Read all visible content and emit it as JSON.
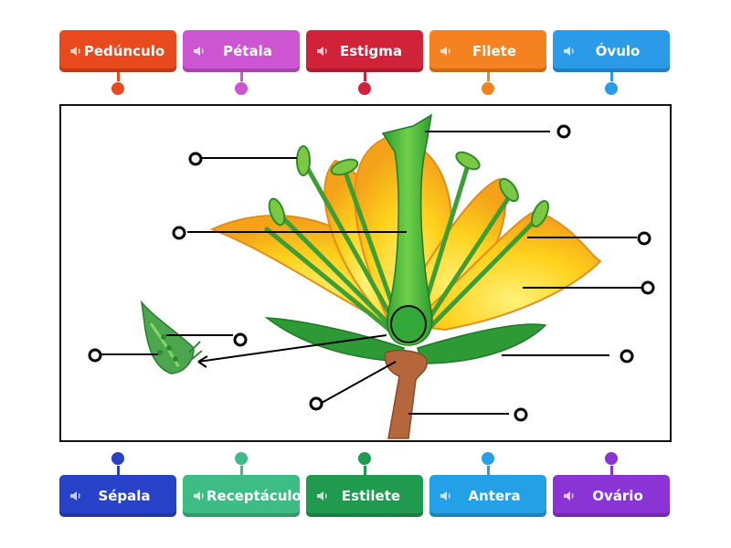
{
  "top_tiles": [
    {
      "label": "Pedúnculo",
      "color": "#e8491d"
    },
    {
      "label": "Pétala",
      "color": "#cc55d2"
    },
    {
      "label": "Estigma",
      "color": "#d0233a"
    },
    {
      "label": "Filete",
      "color": "#f58220"
    },
    {
      "label": "Óvulo",
      "color": "#2b9be8"
    }
  ],
  "bottom_tiles": [
    {
      "label": "Sépala",
      "color": "#2742c7"
    },
    {
      "label": "Receptáculo",
      "color": "#3dbd85"
    },
    {
      "label": "Estilete",
      "color": "#1f9a4e"
    },
    {
      "label": "Antera",
      "color": "#23a0e6"
    },
    {
      "label": "Ovário",
      "color": "#8a34d6"
    }
  ],
  "icons": {
    "tile_icon": "speaker-icon"
  }
}
